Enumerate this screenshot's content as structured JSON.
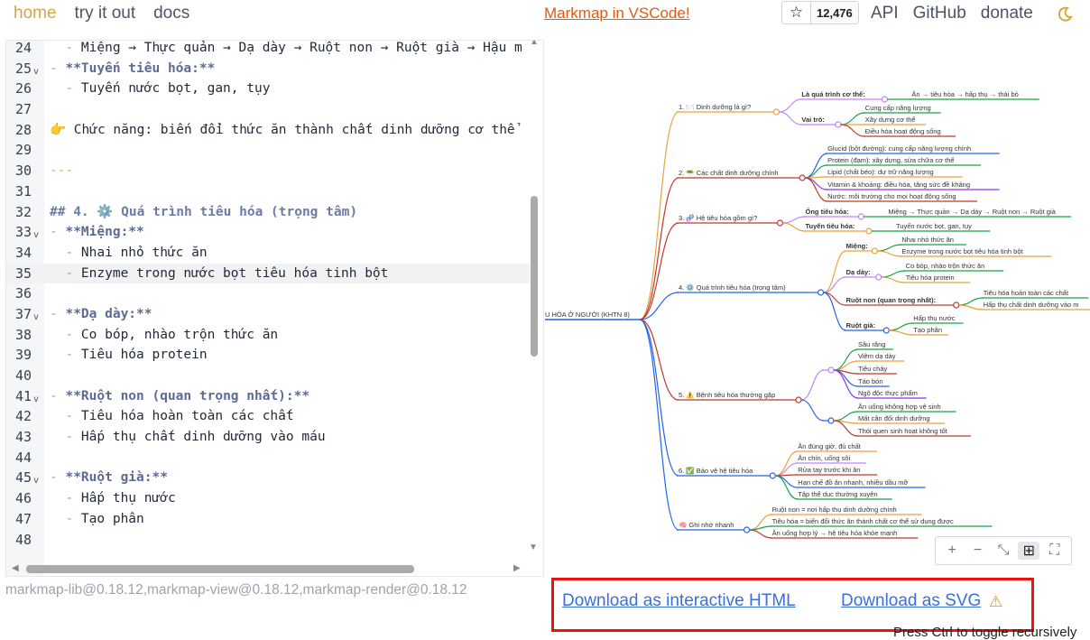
{
  "nav": {
    "home": "home",
    "try": "try it out",
    "docs": "docs"
  },
  "promo": "Markmap in VSCode!",
  "github_star": {
    "icon": "star-icon",
    "count": "12,476"
  },
  "right_nav": {
    "api": "API",
    "github": "GitHub",
    "donate": "donate",
    "theme_icon": "moon-icon"
  },
  "editor_lines": [
    {
      "n": "24",
      "fold": false,
      "html": "<span class=\"md\">  - </span>Miệng → Thực quản → Dạ dày → Ruột non → Ruột già → Hậu m"
    },
    {
      "n": "25",
      "fold": true,
      "html": "<span class=\"md\">- </span><span class=\"bold\">**Tuyến tiêu hóa:**</span>"
    },
    {
      "n": "26",
      "fold": false,
      "html": "<span class=\"md\">  - </span>Tuyến nước bọt, gan, tụy"
    },
    {
      "n": "27",
      "fold": false,
      "html": ""
    },
    {
      "n": "28",
      "fold": false,
      "html": "👉 Chức năng: biến đổi thức ăn thành chất dinh dưỡng cơ thể"
    },
    {
      "n": "29",
      "fold": false,
      "html": ""
    },
    {
      "n": "30",
      "fold": false,
      "html": "<span class=\"sep\">---</span>"
    },
    {
      "n": "31",
      "fold": false,
      "html": ""
    },
    {
      "n": "32",
      "fold": false,
      "html": "<span class=\"hd\">## 4. ⚙️ Quá trình tiêu hóa (trọng tâm)</span>"
    },
    {
      "n": "33",
      "fold": true,
      "html": "<span class=\"md\">- </span><span class=\"bold\">**Miệng:**</span>"
    },
    {
      "n": "34",
      "fold": false,
      "html": "<span class=\"md\">  - </span>Nhai nhỏ thức ăn"
    },
    {
      "n": "35",
      "fold": false,
      "hl": true,
      "html": "<span class=\"md\">  - </span>Enzyme trong nước bọt tiêu hóa tinh bột"
    },
    {
      "n": "36",
      "fold": false,
      "html": ""
    },
    {
      "n": "37",
      "fold": true,
      "html": "<span class=\"md\">- </span><span class=\"bold\">**Dạ dày:**</span>"
    },
    {
      "n": "38",
      "fold": false,
      "html": "<span class=\"md\">  - </span>Co bóp, nhào trộn thức ăn"
    },
    {
      "n": "39",
      "fold": false,
      "html": "<span class=\"md\">  - </span>Tiêu hóa protein"
    },
    {
      "n": "40",
      "fold": false,
      "html": ""
    },
    {
      "n": "41",
      "fold": true,
      "html": "<span class=\"md\">- </span><span class=\"bold\">**Ruột non (quan trọng nhất):**</span>"
    },
    {
      "n": "42",
      "fold": false,
      "html": "<span class=\"md\">  - </span>Tiêu hóa hoàn toàn các chất"
    },
    {
      "n": "43",
      "fold": false,
      "html": "<span class=\"md\">  - </span>Hấp thụ chất dinh dưỡng vào máu"
    },
    {
      "n": "44",
      "fold": false,
      "html": ""
    },
    {
      "n": "45",
      "fold": true,
      "html": "<span class=\"md\">- </span><span class=\"bold\">**Ruột già:**</span>"
    },
    {
      "n": "46",
      "fold": false,
      "html": "<span class=\"md\">  - </span>Hấp thụ nước"
    },
    {
      "n": "47",
      "fold": false,
      "html": "<span class=\"md\">  - </span>Tạo phân"
    },
    {
      "n": "48",
      "fold": false,
      "html": ""
    }
  ],
  "mindmap": {
    "root": "U HÓA Ở NGƯỜI (KHTN 8)",
    "branches": [
      {
        "label": "1. 🍽️ Dinh dưỡng là gì?",
        "color": "#e6a23c",
        "children": [
          {
            "label": "Là quá trình cơ thể:",
            "color": "#c084fc",
            "leaves": [
              "Ăn → tiêu hóa → hấp thụ → thải bỏ"
            ]
          },
          {
            "label": "Vai trò:",
            "color": "#c084fc",
            "leaves": [
              "Cung cấp năng lượng",
              "Xây dựng cơ thể",
              "Điều hòa hoạt động sống"
            ]
          }
        ]
      },
      {
        "label": "2. 🥗 Các chất dinh dưỡng chính",
        "color": "#c0392b",
        "children": [
          {
            "label": "Glucid (bột đường): cung cấp năng lượng chính",
            "color": "#2563eb"
          },
          {
            "label": "Protein (đạm): xây dựng, sửa chữa cơ thể",
            "color": "#16a34a"
          },
          {
            "label": "Lipid (chất béo): dự trữ năng lượng",
            "color": "#e6a23c"
          },
          {
            "label": "Vitamin & khoáng: điều hòa, tăng sức đề kháng",
            "color": "#9333ea"
          },
          {
            "label": "Nước: môi trường cho mọi hoạt động sống",
            "color": "#c0392b"
          }
        ]
      },
      {
        "label": "3. 🧬 Hệ tiêu hóa gồm gì?",
        "color": "#c0392b",
        "children": [
          {
            "label": "Ống tiêu hóa:",
            "color": "#c084fc",
            "leaves": [
              "Miệng → Thực quản → Dạ dày → Ruột non → Ruột già"
            ]
          },
          {
            "label": "Tuyến tiêu hóa:",
            "color": "#e6a23c",
            "leaves": [
              "Tuyến nước bọt, gan, tụy"
            ]
          }
        ]
      },
      {
        "label": "4. ⚙️ Quá trình tiêu hóa (trọng tâm)",
        "color": "#2563eb",
        "children": [
          {
            "label": "Miệng:",
            "color": "#e6a23c",
            "leaves": [
              "Nhai nhỏ thức ăn",
              "Enzyme trong nước bọt tiêu hóa tinh bột"
            ]
          },
          {
            "label": "Dạ dày:",
            "color": "#c084fc",
            "leaves": [
              "Co bóp, nhào trộn thức ăn",
              "Tiêu hóa protein"
            ]
          },
          {
            "label": "Ruột non (quan trọng nhất):",
            "color": "#c0392b",
            "leaves": [
              "Tiêu hóa hoàn toàn các chất",
              "Hấp thụ chất dinh dưỡng vào m"
            ]
          },
          {
            "label": "Ruột già:",
            "color": "#2563eb",
            "leaves": [
              "Hấp thụ nước",
              "Tạo phân"
            ]
          }
        ]
      },
      {
        "label": "5. ⚠️ Bệnh tiêu hóa thường gặp",
        "color": "#c0392b",
        "children": [
          {
            "label": "",
            "color": "#c084fc",
            "leaves": [
              "Sâu răng",
              "Viêm dạ dày",
              "Tiêu chảy",
              "Táo bón",
              "Ngộ độc thực phẩm"
            ]
          },
          {
            "label": "",
            "color": "#2563eb",
            "leaves": [
              "Ăn uống không hợp vệ sinh",
              "Mất cân đối dinh dưỡng",
              "Thói quen sinh hoạt không tốt"
            ]
          }
        ]
      },
      {
        "label": "6. ✅ Bảo vệ hệ tiêu hóa",
        "color": "#2563eb",
        "children": [
          {
            "label": "Ăn đúng giờ, đủ chất",
            "color": "#e6a23c"
          },
          {
            "label": "Ăn chín, uống sôi",
            "color": "#c084fc"
          },
          {
            "label": "Rửa tay trước khi ăn",
            "color": "#c0392b"
          },
          {
            "label": "Hạn chế đồ ăn nhanh, nhiều dầu mỡ",
            "color": "#2563eb"
          },
          {
            "label": "Tập thể dục thường xuyên",
            "color": "#16a34a"
          }
        ]
      },
      {
        "label": "🧠 Ghi nhớ nhanh",
        "color": "#2563eb",
        "children": [
          {
            "label": "Ruột non = nơi hấp thụ dinh dưỡng chính",
            "color": "#e6a23c"
          },
          {
            "label": "Tiêu hóa = biến đổi thức ăn thành chất cơ thể sử dụng được",
            "color": "#16a34a"
          },
          {
            "label": "Ăn uống hợp lý → hệ tiêu hóa khỏe mạnh",
            "color": "#c0392b"
          }
        ]
      }
    ]
  },
  "toolbar": {
    "zoom_in": "+",
    "zoom_out": "−",
    "fit": "⤡",
    "recursive": "⊞",
    "fullscreen": "⛶"
  },
  "footer": {
    "version": "markmap-lib@0.18.12,markmap-view@0.18.12,markmap-render@0.18.12",
    "download_html": "Download as interactive HTML",
    "download_svg": "Download as SVG",
    "warning_icon": "warning-icon",
    "hint": "Press Ctrl to toggle recursively"
  }
}
